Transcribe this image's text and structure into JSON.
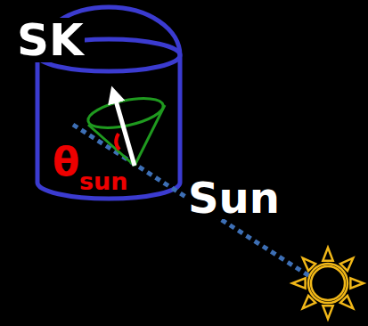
{
  "diagram": {
    "labels": [
      "SK",
      "θ",
      "sun",
      "Sun"
    ]
  }
}
